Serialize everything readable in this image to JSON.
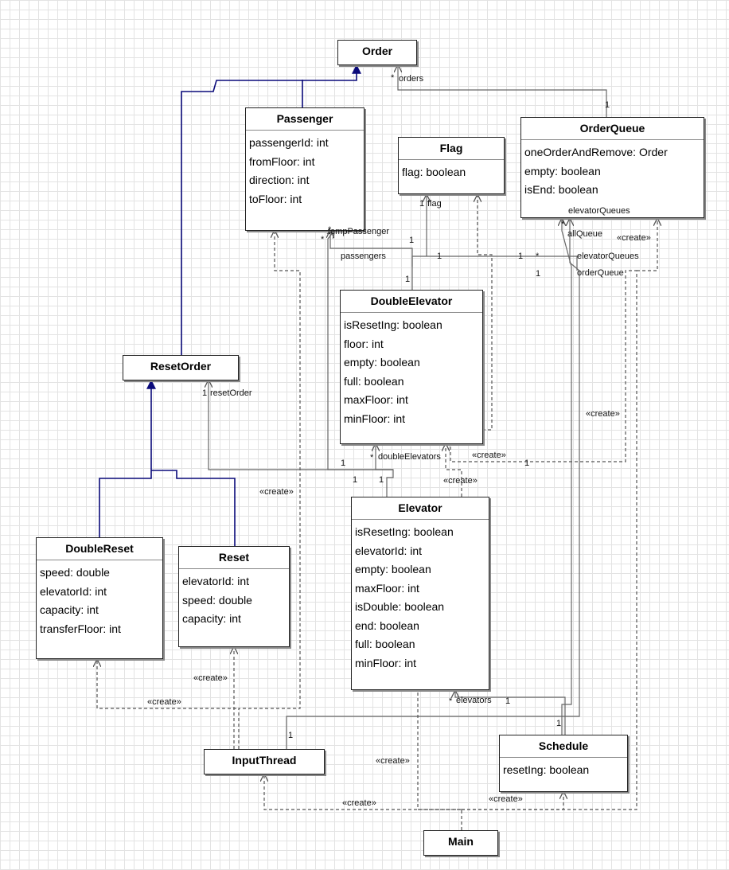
{
  "classes": {
    "order": {
      "name": "Order",
      "attrs": []
    },
    "passenger": {
      "name": "Passenger",
      "attrs": [
        "passengerId: int",
        "fromFloor: int",
        "direction: int",
        "toFloor: int"
      ]
    },
    "flag": {
      "name": "Flag",
      "attrs": [
        "flag: boolean"
      ]
    },
    "orderqueue": {
      "name": "OrderQueue",
      "attrs": [
        "oneOrderAndRemove: Order",
        "empty: boolean",
        "isEnd: boolean"
      ]
    },
    "doubleelevator": {
      "name": "DoubleElevator",
      "attrs": [
        "isResetIng: boolean",
        "floor: int",
        "empty: boolean",
        "full: boolean",
        "maxFloor: int",
        "minFloor: int"
      ]
    },
    "resetorder": {
      "name": "ResetOrder",
      "attrs": []
    },
    "elevator": {
      "name": "Elevator",
      "attrs": [
        "isResetIng: boolean",
        "elevatorId: int",
        "empty: boolean",
        "maxFloor: int",
        "isDouble: boolean",
        "end: boolean",
        "full: boolean",
        "minFloor: int"
      ]
    },
    "doublereset": {
      "name": "DoubleReset",
      "attrs": [
        "speed: double",
        "elevatorId: int",
        "capacity: int",
        "transferFloor: int"
      ]
    },
    "reset": {
      "name": "Reset",
      "attrs": [
        "elevatorId: int",
        "speed: double",
        "capacity: int"
      ]
    },
    "inputthread": {
      "name": "InputThread",
      "attrs": []
    },
    "schedule": {
      "name": "Schedule",
      "attrs": [
        "resetIng: boolean"
      ]
    },
    "main": {
      "name": "Main",
      "attrs": []
    }
  },
  "labels": {
    "orders_mult": "*",
    "orders_role": "orders",
    "orderqueue_mult": "1",
    "tempassenger": "tempPassenger",
    "star_a": "*",
    "star_b": "*",
    "passengers": "passengers",
    "one_a": "1",
    "flag_mult": "1",
    "flag_role": "flag",
    "one_b": "1",
    "one_c": "1",
    "one_d": "1",
    "star_c": "*",
    "one_e": "1",
    "elevatorqueues_top": "elevatorQueues",
    "allqueue_mult": "*",
    "allqueue": "allQueue",
    "create_oq": "«create»",
    "elevatorqueues_mid": "elevatorQueues",
    "orderqueue_role": "orderQueue",
    "resetorder_mult": "1",
    "resetorder_role": "resetOrder",
    "create_right": "«create»",
    "de_mult": "*",
    "doubleelevators": "doubleElevators",
    "create_de": "«create»",
    "one_f": "1",
    "one_g": "1",
    "one_h": "1",
    "one_i": "1",
    "create_el": "«create»",
    "create_left": "«create»",
    "create_reset": "«create»",
    "create_dr": "«create»",
    "el_mult": "*",
    "elevators": "elevators",
    "one_j": "1",
    "one_k": "1",
    "one_l": "1",
    "create_main_el": "«create»",
    "create_main_it": "«create»",
    "create_main_sc": "«create»"
  }
}
